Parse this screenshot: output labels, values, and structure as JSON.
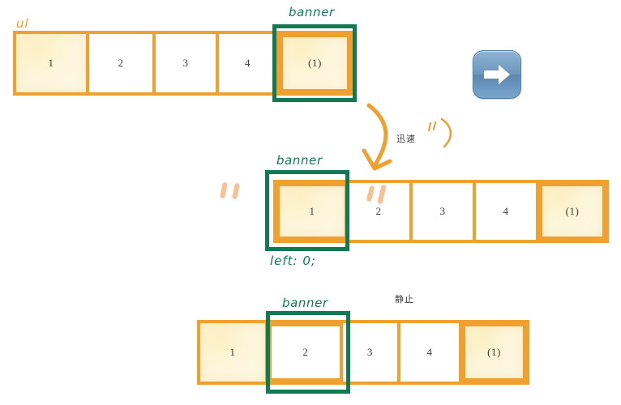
{
  "diagram": {
    "title_labels": {
      "ul": "ul",
      "banner": "banner"
    },
    "rows": [
      {
        "id": "row-initial",
        "ul_label": "ul",
        "banner_label": "banner",
        "banner_target": "(1)",
        "cells": [
          {
            "label": "1",
            "filled": true
          },
          {
            "label": "2",
            "filled": false
          },
          {
            "label": "3",
            "filled": false
          },
          {
            "label": "4",
            "filled": false
          },
          {
            "label": "(1)",
            "filled": true
          }
        ]
      },
      {
        "id": "row-moving",
        "banner_label": "banner",
        "banner_target": "1",
        "css_note": "left: 0;",
        "motion_note": "迅速",
        "cells": [
          {
            "label": "1",
            "filled": true
          },
          {
            "label": "2",
            "filled": false
          },
          {
            "label": "3",
            "filled": false
          },
          {
            "label": "4",
            "filled": false
          },
          {
            "label": "(1)",
            "filled": true
          }
        ]
      },
      {
        "id": "row-rest",
        "banner_label": "banner",
        "banner_target": "2",
        "state_note": "静止",
        "cells": [
          {
            "label": "1",
            "filled": true
          },
          {
            "label": "2",
            "filled": false
          },
          {
            "label": "3",
            "filled": false
          },
          {
            "label": "4",
            "filled": false
          },
          {
            "label": "(1)",
            "filled": true
          }
        ]
      }
    ],
    "annotations": {
      "arrow_button_icon": "right-arrow-icon",
      "curved_arrow": "curved-down-arrow",
      "motion_note": "迅速",
      "state_note": "静止"
    },
    "colors": {
      "orange": "#f0a02e",
      "green": "#117a55",
      "cell_fill": "#fdf6db",
      "peach": "#f8c093",
      "button_blue": "#6d98c0"
    }
  }
}
